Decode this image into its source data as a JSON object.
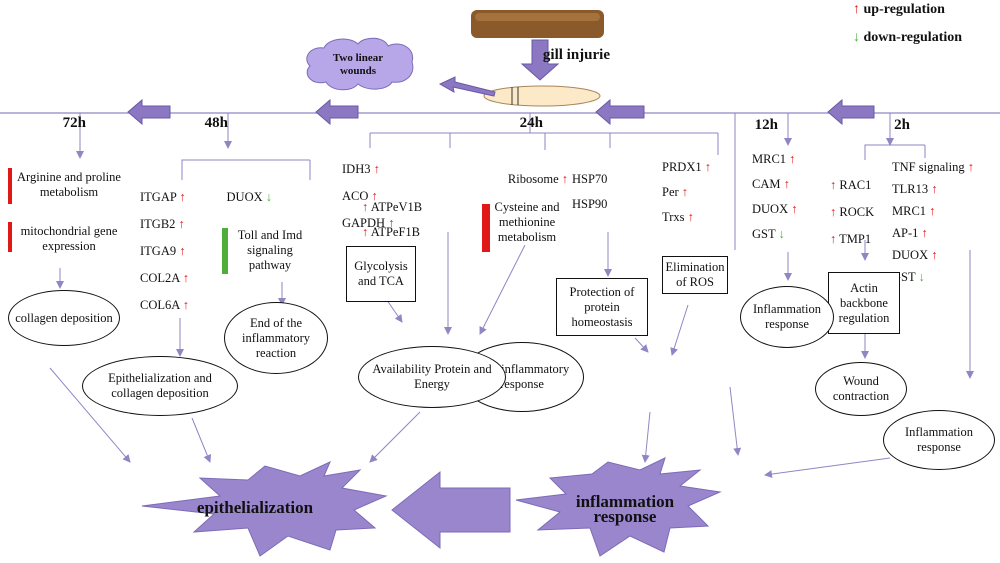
{
  "legend": {
    "up_label": "up-regulation",
    "down_label": "down-regulation",
    "up_icon": "up-arrow-icon",
    "down_icon": "down-arrow-icon",
    "up_color": "#e01818",
    "down_color": "#4fae3a"
  },
  "top": {
    "injury_label": "gill injurie",
    "wounds_label": "Two linear wounds"
  },
  "timepoints": [
    "2h",
    "12h",
    "24h",
    "48h",
    "72h"
  ],
  "col_2h": {
    "genes": [
      "TNF signaling",
      "TLR13",
      "MRC1",
      "AP-1",
      "DUOX",
      "GST"
    ],
    "actin_genes": [
      "RAC1",
      "ROCK",
      "TMP1"
    ],
    "actin_box": "Actin backbone regulation",
    "wound_ellipse": "Wound contraction",
    "inflam_ellipse": "Inflammation response"
  },
  "col_12h": {
    "genes": [
      "MRC1",
      "CAM",
      "DUOX",
      "GST"
    ],
    "inflam_ellipse": "Inflammation response",
    "ros_genes": [
      "PRDX1",
      "Per",
      "Trxs"
    ],
    "ros_box": "Elimination of ROS"
  },
  "col_24h": {
    "hsp_genes": [
      "HSP70",
      "HSP90"
    ],
    "protection_box": "Protection of protein homeostasis",
    "anti_inflam_ellipse": "Anti-inflammatory response",
    "ribosome": "Ribosome",
    "cys_met": "Cysteine and methionine metabolism",
    "atp_genes": [
      "ATPeV1B",
      "ATPeF1B"
    ],
    "tca_genes": [
      "IDH3",
      "ACO",
      "GAPDH"
    ],
    "glycolysis_box": "Glycolysis and TCA",
    "availability_ellipse": "Availability Protein and Energy"
  },
  "col_48h": {
    "duox": "DUOX",
    "toll": "Toll and Imd signaling pathway",
    "end_ellipse": "End of the inflammatory reaction",
    "itg_genes": [
      "ITGAP",
      "ITGB2",
      "ITGA9",
      "COL2A",
      "COL6A"
    ],
    "epi_collagen_ellipse": "Epithelialization and collagen deposition"
  },
  "col_72h": {
    "arginine": "Arginine and proline metabolism",
    "mito": "mitochondrial gene expression",
    "collagen_ellipse": "collagen deposition"
  },
  "outcomes": {
    "inflammation": "inflammation response",
    "epithelialization": "epithelialization"
  }
}
